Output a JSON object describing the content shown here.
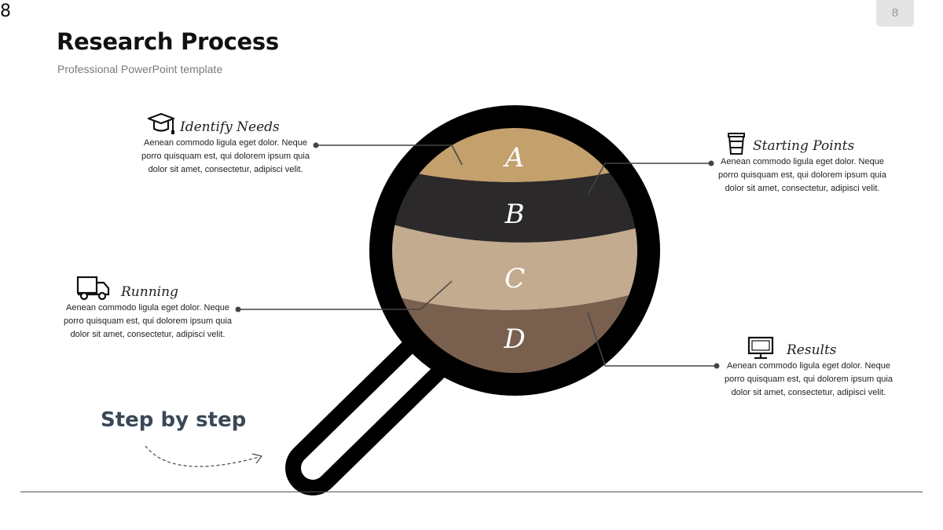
{
  "slide": {
    "corner_number": "8",
    "page_number": "8",
    "title": "Research Process",
    "subtitle": "Professional PowerPoint template",
    "tagline": "Step by step"
  },
  "segments": [
    {
      "letter": "A",
      "color": "#c4a06d"
    },
    {
      "letter": "B",
      "color": "#2b292a"
    },
    {
      "letter": "C",
      "color": "#c3ab8f"
    },
    {
      "letter": "D",
      "color": "#79604e"
    }
  ],
  "items": [
    {
      "title": "Identify Needs",
      "icon": "graduation-cap-icon",
      "text": "Aenean commodo ligula eget dolor. Neque porro quisquam est, qui dolorem ipsum quia dolor sit amet, consectetur, adipisci velit."
    },
    {
      "title": "Starting Points",
      "icon": "coffee-cup-icon",
      "text": "Aenean commodo ligula eget dolor. Neque porro quisquam est, qui dolorem ipsum quia dolor sit amet, consectetur, adipisci velit."
    },
    {
      "title": "Running",
      "icon": "truck-icon",
      "text": "Aenean commodo ligula eget dolor. Neque porro quisquam est, qui dolorem ipsum quia dolor sit amet, consectetur, adipisci velit."
    },
    {
      "title": "Results",
      "icon": "monitor-icon",
      "text": "Aenean commodo ligula eget dolor. Neque porro quisquam est, qui dolorem ipsum quia dolor sit amet, consectetur, adipisci velit."
    }
  ]
}
